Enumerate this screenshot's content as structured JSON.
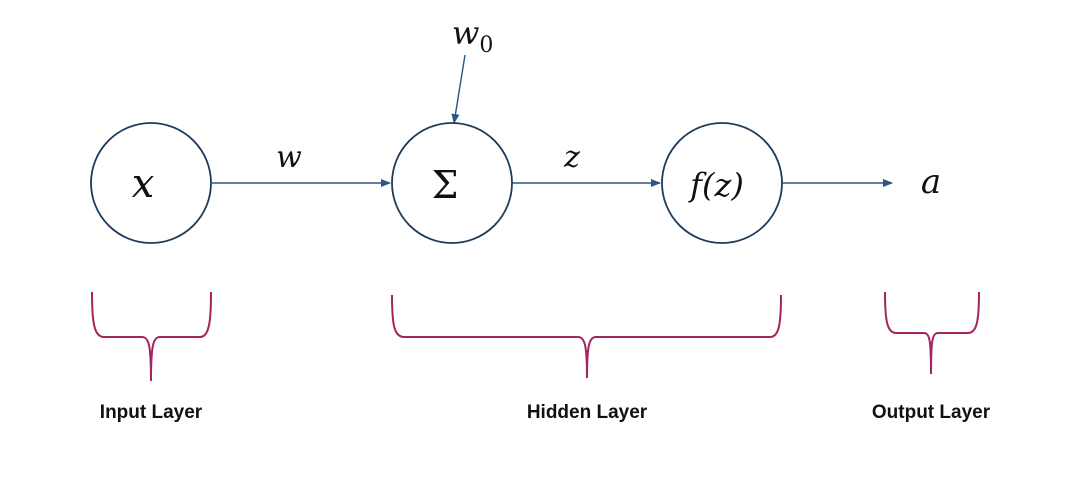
{
  "nodes": {
    "input": {
      "symbol": "x"
    },
    "sum": {
      "symbol": "Σ"
    },
    "activation": {
      "symbol": "f(z)"
    },
    "output": {
      "symbol": "a"
    }
  },
  "edges": {
    "weight": "w",
    "bias_base": "w",
    "bias_subscript": "0",
    "pre_activation": "z"
  },
  "layers": {
    "input": "Input Layer",
    "hidden": "Hidden Layer",
    "output": "Output Layer"
  },
  "colors": {
    "node_stroke": "#1f3b5a",
    "arrow": "#2b5583",
    "brace": "#a3245e"
  }
}
